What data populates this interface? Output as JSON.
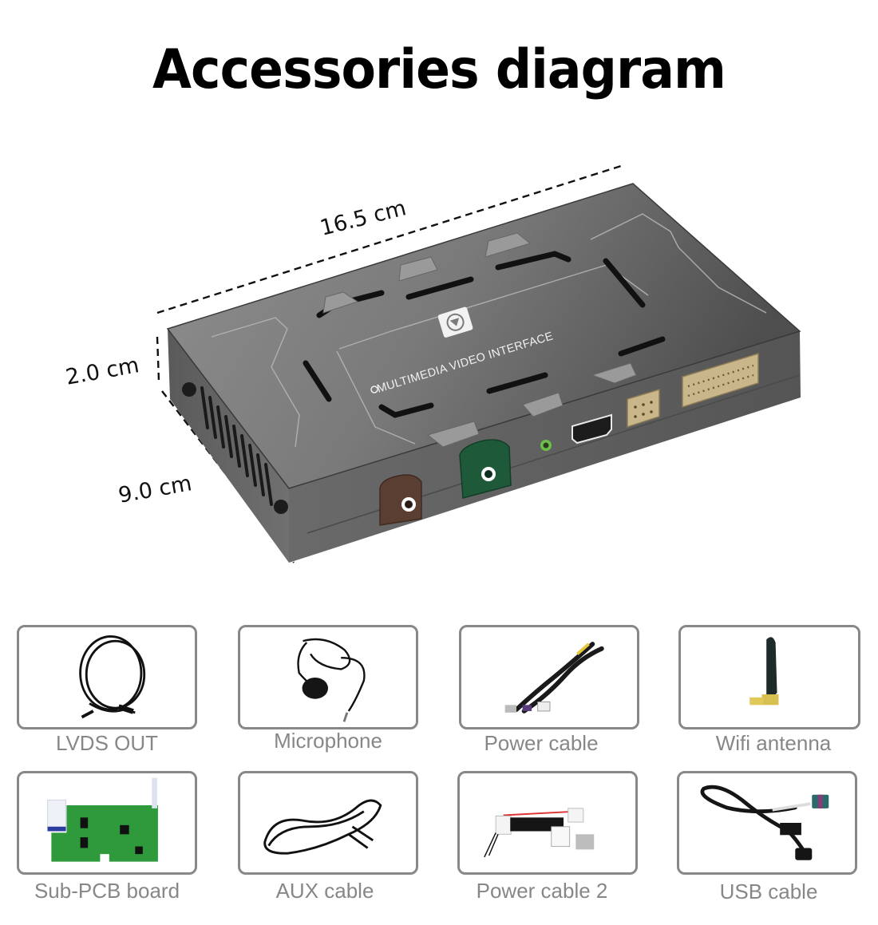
{
  "title": "Accessories diagram",
  "device": {
    "panel_text": "MULTIMEDIA VIDEO INTERFACE",
    "logo_icon": "play-circle-logo",
    "body_color": "#5f5f5f",
    "dimensions": {
      "length": "16.5 cm",
      "height": "2.0 cm",
      "width": "9.0 cm"
    },
    "ports": [
      {
        "name": "brown-fakra-connector",
        "color": "#5a3e32"
      },
      {
        "name": "green-fakra-connector",
        "color": "#1e5a3a"
      },
      {
        "name": "audio-jack",
        "color": "#6cc04a"
      },
      {
        "name": "hdmi-port",
        "color": "#222222"
      },
      {
        "name": "small-pin-header",
        "color": "#c9b68a"
      },
      {
        "name": "large-pin-header",
        "color": "#c9b68a"
      }
    ]
  },
  "accessories": [
    {
      "label": "LVDS OUT",
      "icon": "lvds-cable-icon"
    },
    {
      "label": "Microphone",
      "icon": "microphone-icon"
    },
    {
      "label": "Power cable",
      "icon": "power-cable-icon"
    },
    {
      "label": "Wifi antenna",
      "icon": "wifi-antenna-icon"
    },
    {
      "label": "Sub-PCB board",
      "icon": "pcb-board-icon"
    },
    {
      "label": "AUX cable",
      "icon": "aux-cable-icon"
    },
    {
      "label": "Power cable 2",
      "icon": "power-cable-2-icon"
    },
    {
      "label": "USB cable",
      "icon": "usb-cable-icon"
    }
  ],
  "colors": {
    "card_border": "#888888",
    "label_text": "#878787",
    "pcb_green": "#2e9a3c"
  }
}
